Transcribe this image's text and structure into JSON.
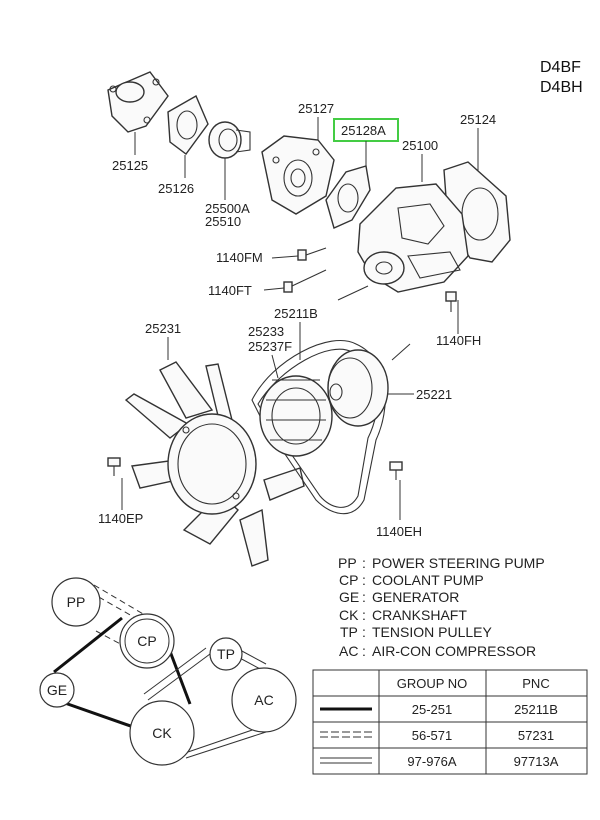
{
  "engine_codes": [
    "D4BF",
    "D4BH"
  ],
  "callouts": {
    "p25125": "25125",
    "p25126": "25126",
    "p25500a": "25500A",
    "p25510": "25510",
    "p25127": "25127",
    "p25128a": "25128A",
    "p25124": "25124",
    "p25100": "25100",
    "p1140fm": "1140FM",
    "p1140ft": "1140FT",
    "p1140fh": "1140FH",
    "p25231": "25231",
    "p25211b": "25211B",
    "p25233": "25233",
    "p25237f": "25237F",
    "p25221": "25221",
    "p1140ep": "1140EP",
    "p1140eh": "1140EH"
  },
  "highlight_color": "#44cc44",
  "legend": [
    {
      "code": "PP",
      "desc": "POWER STEERING PUMP"
    },
    {
      "code": "CP",
      "desc": "COOLANT PUMP"
    },
    {
      "code": "GE",
      "desc": "GENERATOR"
    },
    {
      "code": "CK",
      "desc": "CRANKSHAFT"
    },
    {
      "code": "TP",
      "desc": "TENSION PULLEY"
    },
    {
      "code": "AC",
      "desc": "AIR-CON COMPRESSOR"
    }
  ],
  "pulleys": {
    "pp": "PP",
    "cp": "CP",
    "ge": "GE",
    "ck": "CK",
    "tp": "TP",
    "ac": "AC"
  },
  "table": {
    "headers": [
      "GROUP NO",
      "PNC"
    ],
    "rows": [
      {
        "line": "solid-thick",
        "group": "25-251",
        "pnc": "25211B"
      },
      {
        "line": "dashed-double",
        "group": "56-571",
        "pnc": "57231"
      },
      {
        "line": "double",
        "group": "97-976A",
        "pnc": "97713A"
      }
    ]
  }
}
